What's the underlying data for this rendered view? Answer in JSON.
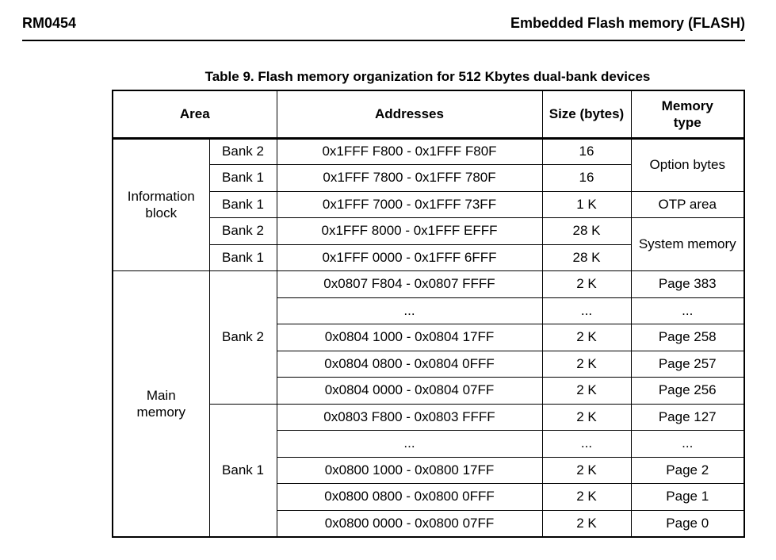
{
  "page_header": {
    "doc_id": "RM0454",
    "chapter_title": "Embedded Flash memory (FLASH)"
  },
  "table": {
    "title": "Table 9. Flash memory organization for 512 Kbytes dual-bank devices",
    "header": {
      "area": "Area",
      "addresses": "Addresses",
      "size": "Size (bytes)",
      "memory_type": "Memory\ntype"
    },
    "sections": {
      "information_block": "Information\nblock",
      "main_memory": "Main\nmemory"
    },
    "rows": [
      {
        "bank": "Bank 2",
        "addresses": "0x1FFF F800 - 0x1FFF F80F",
        "size": "16",
        "memory_type": "Option bytes"
      },
      {
        "bank": "Bank 1",
        "addresses": "0x1FFF 7800 - 0x1FFF 780F",
        "size": "16"
      },
      {
        "bank": "Bank 1",
        "addresses": "0x1FFF 7000 - 0x1FFF 73FF",
        "size": "1 K",
        "memory_type": "OTP area"
      },
      {
        "bank": "Bank 2",
        "addresses": "0x1FFF 8000 - 0x1FFF EFFF",
        "size": "28 K",
        "memory_type": "System memory"
      },
      {
        "bank": "Bank 1",
        "addresses": "0x1FFF 0000 - 0x1FFF 6FFF",
        "size": "28 K"
      },
      {
        "bank": "Bank 2",
        "addresses": "0x0807 F804 - 0x0807 FFFF",
        "size": "2 K",
        "memory_type": "Page 383"
      },
      {
        "addresses": "...",
        "size": "...",
        "memory_type": "..."
      },
      {
        "addresses": "0x0804 1000 - 0x0804 17FF",
        "size": "2 K",
        "memory_type": "Page 258"
      },
      {
        "addresses": "0x0804 0800 - 0x0804 0FFF",
        "size": "2 K",
        "memory_type": "Page 257"
      },
      {
        "addresses": "0x0804 0000 - 0x0804 07FF",
        "size": "2 K",
        "memory_type": "Page 256"
      },
      {
        "bank": "Bank 1",
        "addresses": "0x0803 F800 - 0x0803 FFFF",
        "size": "2 K",
        "memory_type": "Page 127"
      },
      {
        "addresses": "...",
        "size": "...",
        "memory_type": "..."
      },
      {
        "addresses": "0x0800 1000 - 0x0800 17FF",
        "size": "2 K",
        "memory_type": "Page 2"
      },
      {
        "addresses": "0x0800 0800 - 0x0800 0FFF",
        "size": "2 K",
        "memory_type": "Page 1"
      },
      {
        "addresses": "0x0800 0000 - 0x0800 07FF",
        "size": "2 K",
        "memory_type": "Page 0"
      }
    ]
  }
}
